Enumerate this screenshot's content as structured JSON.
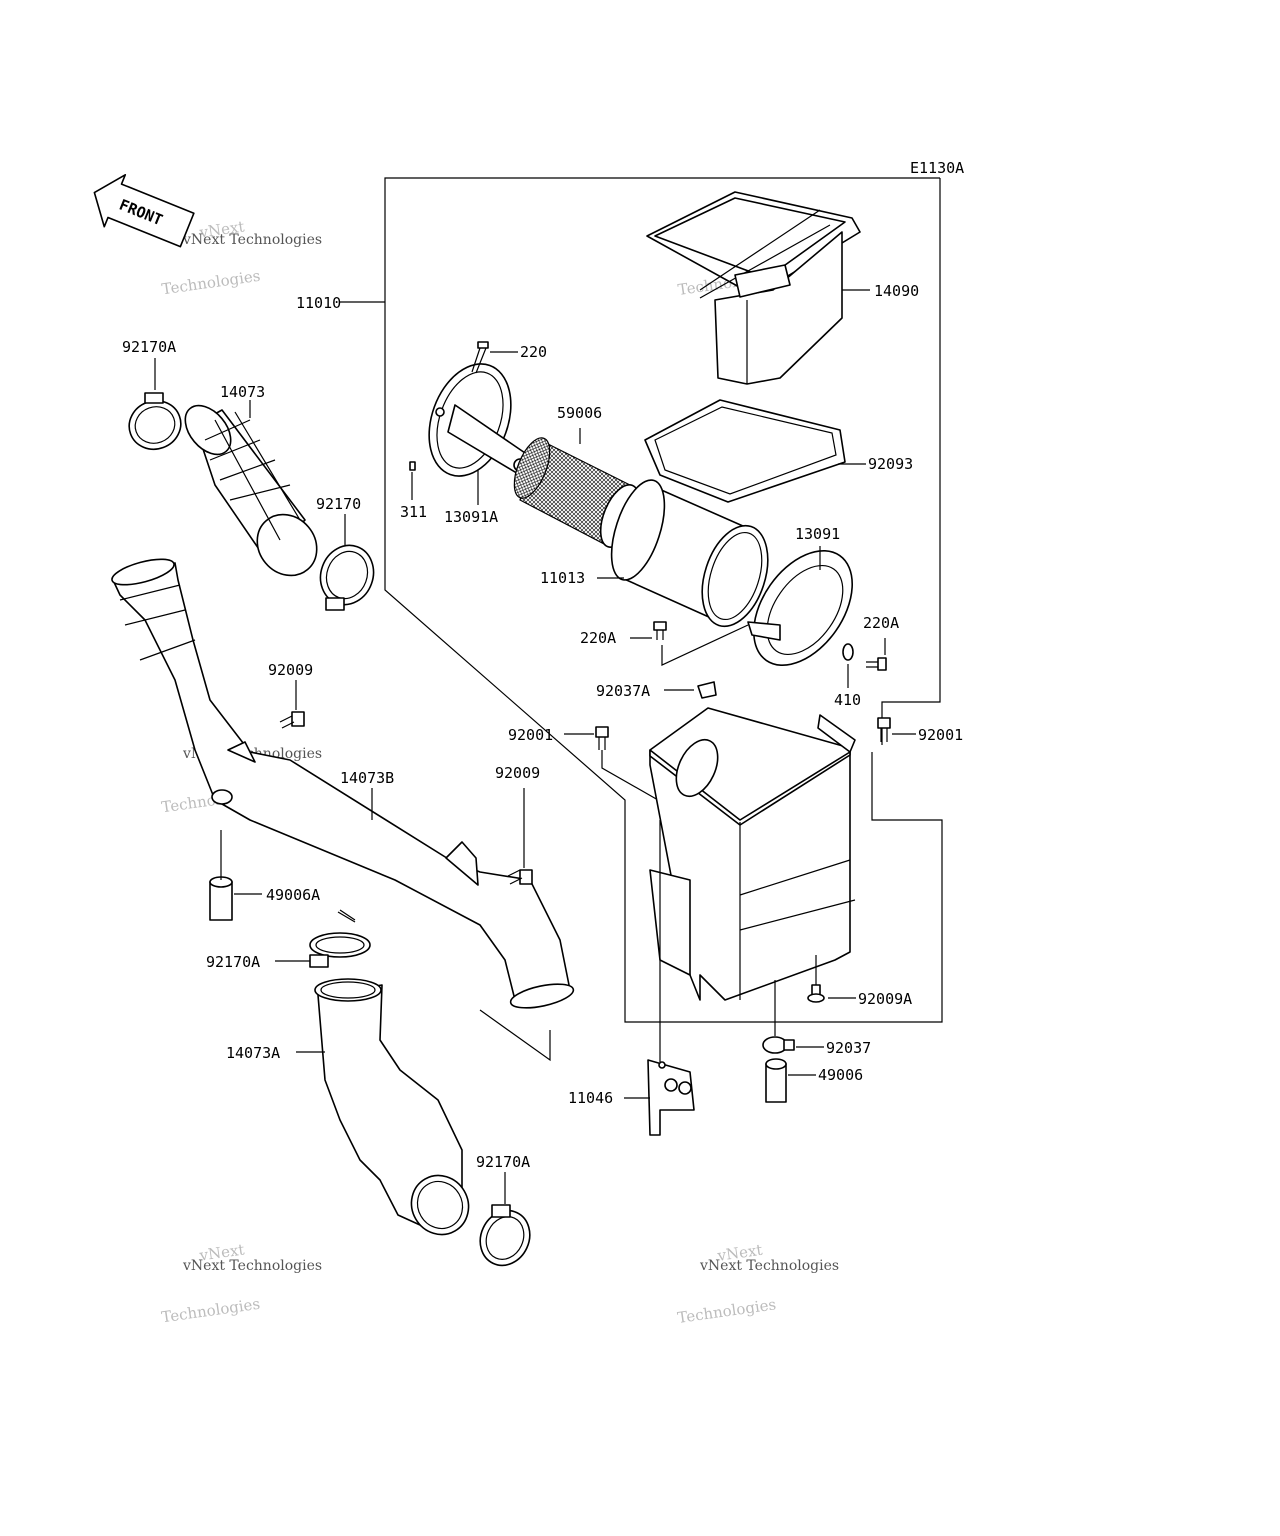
{
  "diagram_code": "E1130A",
  "front_label": "FRONT",
  "watermark": {
    "line1": "vNext",
    "line2": "vNext Technologies",
    "line3": "Technologies"
  },
  "parts": {
    "p11010": "11010",
    "p14090": "14090",
    "p220": "220",
    "p59006": "59006",
    "p92093": "92093",
    "p311": "311",
    "p13091A": "13091A",
    "p13091": "13091",
    "p11013": "11013",
    "p220A_left": "220A",
    "p220A_right": "220A",
    "p410": "410",
    "p92037A": "92037A",
    "p92001_left": "92001",
    "p92001_right": "92001",
    "p92170A_top": "92170A",
    "p14073": "14073",
    "p92170": "92170",
    "p92009_top": "92009",
    "p14073B": "14073B",
    "p92009_mid": "92009",
    "p49006A": "49006A",
    "p92170A_mid": "92170A",
    "p14073A": "14073A",
    "p92170A_bottom": "92170A",
    "p11046": "11046",
    "p92009A": "92009A",
    "p92037": "92037",
    "p49006": "49006"
  }
}
